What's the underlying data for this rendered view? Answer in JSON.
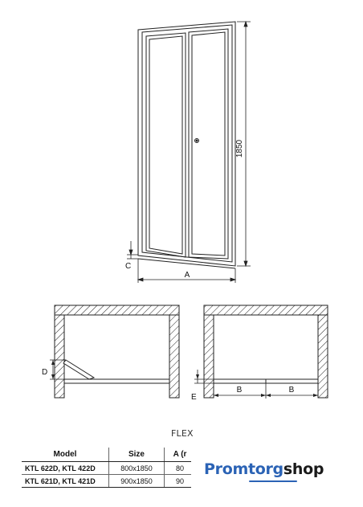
{
  "dimensions": {
    "height": "1850",
    "a": "A",
    "b_left": "B",
    "b_right": "B",
    "c": "C",
    "d": "D",
    "e": "E"
  },
  "series_name": "FLEX",
  "table": {
    "headers": [
      "Model",
      "Size",
      "A (r"
    ],
    "rows": [
      {
        "model": "KTL 622D, KTL 422D",
        "size": "800x1850",
        "a": "80"
      },
      {
        "model": "KTL 621D, KTL 421D",
        "size": "900x1850",
        "a": "90"
      }
    ]
  },
  "logo": {
    "part1": "Promtorg",
    "part2": "shop"
  }
}
